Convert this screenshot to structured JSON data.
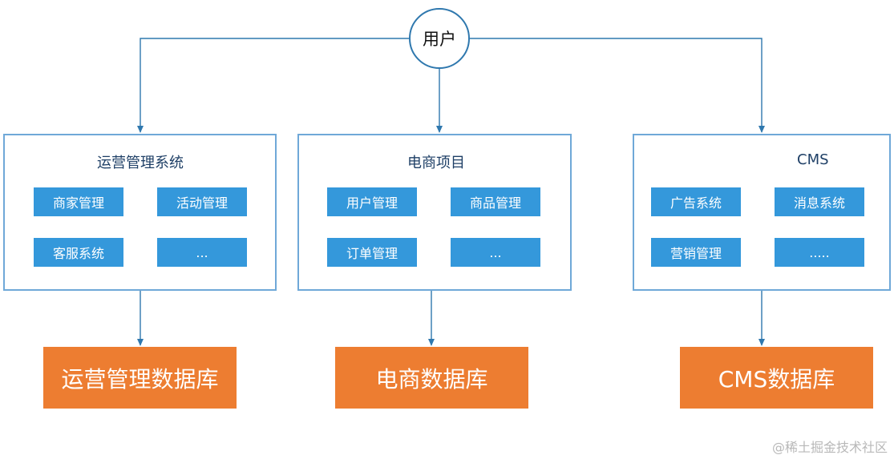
{
  "colors": {
    "connector": "#2f78ae",
    "box_border": "#6fa8d8",
    "module_fill": "#3498db",
    "database_fill": "#ed7d31"
  },
  "user": {
    "label": "用户"
  },
  "systems": [
    {
      "title": "运营管理系统",
      "modules": [
        "商家管理",
        "活动管理",
        "客服系统",
        "..."
      ],
      "database": "运营管理数据库"
    },
    {
      "title": "电商项目",
      "modules": [
        "用户管理",
        "商品管理",
        "订单管理",
        "..."
      ],
      "database": "电商数据库"
    },
    {
      "title": "CMS",
      "modules": [
        "广告系统",
        "消息系统",
        "营销管理",
        "....."
      ],
      "database": "CMS数据库"
    }
  ],
  "watermark": "@稀土掘金技术社区"
}
